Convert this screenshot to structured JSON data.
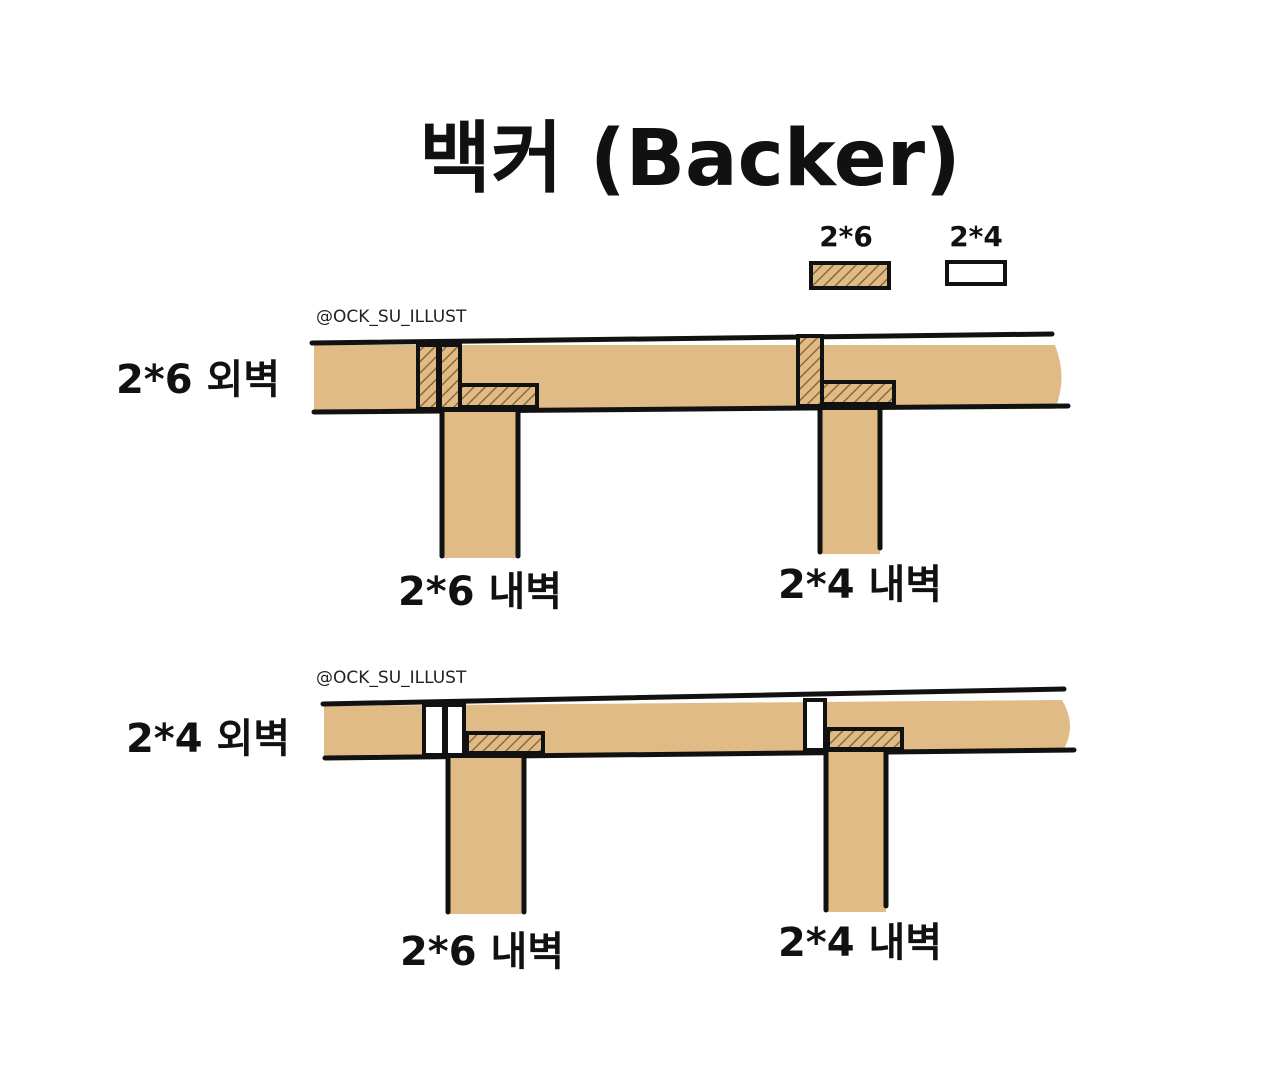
{
  "title": "백커 (Backer)",
  "legend": [
    {
      "label": "2*6",
      "style": "hatched"
    },
    {
      "label": "2*4",
      "style": "plain"
    }
  ],
  "colors": {
    "wood": "#e0bb85",
    "ink": "#111111",
    "hatch": "#8a6a3a",
    "background": "#ffffff"
  },
  "diagrams": [
    {
      "credit": "@OCK_SU_ILLUST",
      "exterior_label": "2*6 외벽",
      "interior_labels": [
        "2*6 내벽",
        "2*4 내벽"
      ]
    },
    {
      "credit": "@OCK_SU_ILLUST",
      "exterior_label": "2*4 외벽",
      "interior_labels": [
        "2*6 내벽",
        "2*4 내벽"
      ]
    }
  ]
}
